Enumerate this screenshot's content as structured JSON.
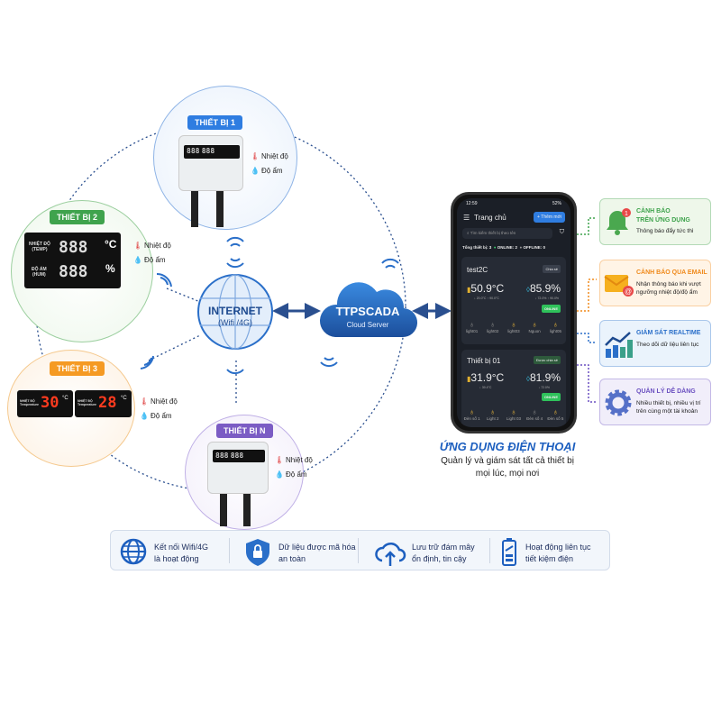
{
  "devices": [
    {
      "label": "THIẾT BỊ 1",
      "color": "#2f7de1",
      "lcd": [
        "888",
        "888"
      ],
      "legend": [
        "Nhiệt độ",
        "Độ ẩm"
      ]
    },
    {
      "label": "THIẾT BỊ 2",
      "color": "#3fa34d",
      "rows": [
        {
          "name": "NHIỆT ĐỘ",
          "sub": "(TEMP)",
          "value": "888",
          "unit": "°C"
        },
        {
          "name": "ĐỘ ẨM",
          "sub": "(HUM)",
          "value": "888",
          "unit": "%"
        }
      ],
      "legend": [
        "Nhiệt độ",
        "Độ ẩm"
      ]
    },
    {
      "label": "THIẾT BỊ 3",
      "color": "#f59a23",
      "panels": [
        {
          "name": "NHIỆT ĐỘ",
          "sub": "Temperature",
          "value": "30",
          "unit": "°C"
        },
        {
          "name": "NHIỆT ĐỘ",
          "sub": "Temperature",
          "value": "28",
          "unit": "°C"
        }
      ],
      "legend": [
        "Nhiệt độ",
        "Độ ẩm"
      ]
    },
    {
      "label": "THIẾT BỊ N",
      "color": "#7b5cc4",
      "lcd": [
        "888",
        "888"
      ],
      "legend": [
        "Nhiệt độ",
        "Độ ẩm"
      ]
    }
  ],
  "internet": {
    "title": "INTERNET",
    "subtitle": "(Wifi /4G)"
  },
  "cloud": {
    "title": "TTPSCADA",
    "subtitle": "Cloud Server"
  },
  "phone": {
    "status_time": "12:59",
    "status_battery": "52%",
    "header_title": "Trang chủ",
    "add_button": "+ Thêm mới",
    "search_placeholder": "Tìm kiếm thiết bị theo tên",
    "summary": {
      "total": "Tổng thiết bị: 3",
      "online": "ONLINE: 2",
      "offline": "OFFLINE: 0"
    },
    "cards": [
      {
        "name": "test2C",
        "action": "Chia sẻ",
        "temp": "50.9°C",
        "temp_range": "↓ 20.0°C ↑ 90.0°C",
        "hum": "85.9%",
        "hum_range": "↓ 72.0% ↑ 90.0%",
        "status": "ONLINE",
        "lights": [
          {
            "label": "light01",
            "on": false
          },
          {
            "label": "light02",
            "on": false
          },
          {
            "label": "light03",
            "on": true
          },
          {
            "label": "Nguon",
            "on": true
          },
          {
            "label": "light05",
            "on": true
          }
        ]
      },
      {
        "name": "Thiết bị 01",
        "action": "Được chia sẻ",
        "temp": "31.9°C",
        "temp_range": "↓ 39.4°C",
        "hum": "81.9%",
        "hum_range": "↓ 72.0%",
        "status": "ONLINE",
        "lights": [
          {
            "label": "Đèn số 1",
            "on": true
          },
          {
            "label": "Light 2",
            "on": true
          },
          {
            "label": "Light 03",
            "on": true
          },
          {
            "label": "Đèn số 4",
            "on": false
          },
          {
            "label": "Đèn số 5",
            "on": true
          }
        ]
      }
    ]
  },
  "app_caption": {
    "title": "ỨNG DỤNG ĐIỆN THOẠI",
    "line1": "Quản lý và giám sát tất cả thiết bị",
    "line2": "mọi lúc, mọi nơi"
  },
  "features": [
    {
      "title1": "CẢNH BÁO",
      "title2": "TRÊN ỨNG DỤNG",
      "desc1": "Thông báo đẩy tức thì",
      "desc2": "",
      "badge": "1",
      "color": "#3fa34d",
      "bg": "#eef7ea",
      "icon": "bell-icon"
    },
    {
      "title1": "CẢNH BÁO QUA EMAIL",
      "title2": "",
      "desc1": "Nhận thông báo khi vượt",
      "desc2": "ngưỡng nhiệt độ/độ ẩm",
      "color": "#f08a1c",
      "bg": "#fff4e6",
      "icon": "email-icon"
    },
    {
      "title1": "GIÁM SÁT REALTIME",
      "title2": "",
      "desc1": "Theo dõi dữ liệu liên tục",
      "desc2": "",
      "color": "#2a6fc9",
      "bg": "#eaf3fc",
      "icon": "chart-icon"
    },
    {
      "title1": "QUẢN LÝ DỄ DÀNG",
      "title2": "",
      "desc1": "Nhiều thiết bị, nhiều vị trí",
      "desc2": "trên cùng một tài khoản",
      "color": "#6a4fc0",
      "bg": "#f1eefa",
      "icon": "gear-icon"
    }
  ],
  "bottom": [
    {
      "line1": "Kết nối Wifi/4G",
      "line2": "là hoạt động",
      "icon": "globe-icon"
    },
    {
      "line1": "Dữ liệu được mã hóa",
      "line2": "an toàn",
      "icon": "shield-lock-icon"
    },
    {
      "line1": "Lưu trữ đám mây",
      "line2": "ổn định, tin cậy",
      "icon": "cloud-upload-icon"
    },
    {
      "line1": "Hoạt động liên tục",
      "line2": "tiết kiệm điện",
      "icon": "battery-icon"
    }
  ]
}
